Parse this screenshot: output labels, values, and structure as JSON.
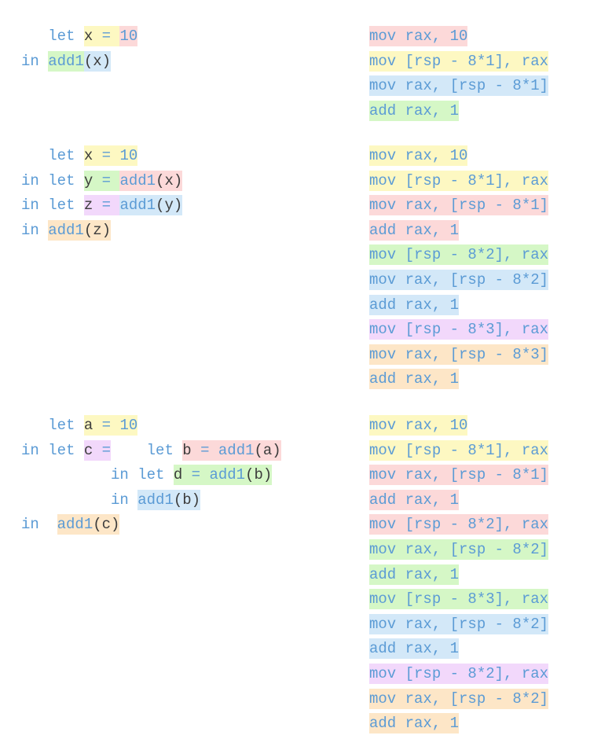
{
  "colors": {
    "yellow": "#fdf8c2",
    "pink": "#fcd9d9",
    "green": "#d5f7c6",
    "blue": "#d3e8f8",
    "purple": "#f2d8fb",
    "orange": "#fde6c7",
    "keyword": "#5b9bd5",
    "text": "#3c3c3c"
  },
  "examples": [
    {
      "source": [
        [
          {
            "t": "   let ",
            "k": "kw"
          },
          {
            "t": "x",
            "k": "id",
            "bg": "yellow"
          },
          {
            "t": " = ",
            "k": "kw",
            "bg": "yellow"
          },
          {
            "t": "10",
            "k": "kw",
            "bg": "pink"
          }
        ],
        [
          {
            "t": "in ",
            "k": "kw"
          },
          {
            "t": "add1",
            "k": "kw",
            "bg": "green"
          },
          {
            "t": "(x)",
            "k": "id",
            "bg": "blue"
          }
        ]
      ],
      "asm": [
        {
          "text": "mov rax, 10",
          "bg": "pink"
        },
        {
          "text": "mov [rsp - 8*1], rax",
          "bg": "yellow"
        },
        {
          "text": "mov rax, [rsp - 8*1]",
          "bg": "blue"
        },
        {
          "text": "add rax, 1",
          "bg": "green"
        }
      ]
    },
    {
      "source": [
        [
          {
            "t": "   let ",
            "k": "kw"
          },
          {
            "t": "x",
            "k": "id",
            "bg": "yellow"
          },
          {
            "t": " = ",
            "k": "kw",
            "bg": "yellow"
          },
          {
            "t": "10",
            "k": "kw",
            "bg": "yellow"
          }
        ],
        [
          {
            "t": "in let ",
            "k": "kw"
          },
          {
            "t": "y",
            "k": "id",
            "bg": "green"
          },
          {
            "t": " = ",
            "k": "kw",
            "bg": "green"
          },
          {
            "t": "add1",
            "k": "kw",
            "bg": "pink"
          },
          {
            "t": "(x)",
            "k": "id",
            "bg": "pink"
          }
        ],
        [
          {
            "t": "in let ",
            "k": "kw"
          },
          {
            "t": "z",
            "k": "id",
            "bg": "purple"
          },
          {
            "t": " = ",
            "k": "kw",
            "bg": "purple"
          },
          {
            "t": "add1",
            "k": "kw",
            "bg": "blue"
          },
          {
            "t": "(y)",
            "k": "id",
            "bg": "blue"
          }
        ],
        [
          {
            "t": "in ",
            "k": "kw"
          },
          {
            "t": "add1",
            "k": "kw",
            "bg": "orange"
          },
          {
            "t": "(z)",
            "k": "id",
            "bg": "orange"
          }
        ]
      ],
      "asm": [
        {
          "text": "mov rax, 10",
          "bg": "yellow"
        },
        {
          "text": "mov [rsp - 8*1], rax",
          "bg": "yellow"
        },
        {
          "text": "mov rax, [rsp - 8*1]",
          "bg": "pink"
        },
        {
          "text": "add rax, 1",
          "bg": "pink"
        },
        {
          "text": "mov [rsp - 8*2], rax",
          "bg": "green"
        },
        {
          "text": "mov rax, [rsp - 8*2]",
          "bg": "blue"
        },
        {
          "text": "add rax, 1",
          "bg": "blue"
        },
        {
          "text": "mov [rsp - 8*3], rax",
          "bg": "purple"
        },
        {
          "text": "mov rax, [rsp - 8*3]",
          "bg": "orange"
        },
        {
          "text": "add rax, 1",
          "bg": "orange"
        }
      ]
    },
    {
      "source": [
        [
          {
            "t": "   let ",
            "k": "kw"
          },
          {
            "t": "a",
            "k": "id",
            "bg": "yellow"
          },
          {
            "t": " = ",
            "k": "kw",
            "bg": "yellow"
          },
          {
            "t": "10",
            "k": "kw",
            "bg": "yellow"
          }
        ],
        [
          {
            "t": "in let ",
            "k": "kw"
          },
          {
            "t": "c",
            "k": "id",
            "bg": "purple"
          },
          {
            "t": " =",
            "k": "kw",
            "bg": "purple"
          },
          {
            "t": "    let ",
            "k": "kw"
          },
          {
            "t": "b",
            "k": "id",
            "bg": "pink"
          },
          {
            "t": " = ",
            "k": "kw",
            "bg": "pink"
          },
          {
            "t": "add1",
            "k": "kw",
            "bg": "pink"
          },
          {
            "t": "(a)",
            "k": "id",
            "bg": "pink"
          }
        ],
        [
          {
            "t": "          in let ",
            "k": "kw"
          },
          {
            "t": "d",
            "k": "id",
            "bg": "green"
          },
          {
            "t": " = ",
            "k": "kw",
            "bg": "green"
          },
          {
            "t": "add1",
            "k": "kw",
            "bg": "green"
          },
          {
            "t": "(b)",
            "k": "id",
            "bg": "green"
          }
        ],
        [
          {
            "t": "          in ",
            "k": "kw"
          },
          {
            "t": "add1",
            "k": "kw",
            "bg": "blue"
          },
          {
            "t": "(b)",
            "k": "id",
            "bg": "blue"
          }
        ],
        [
          {
            "t": "in  ",
            "k": "kw"
          },
          {
            "t": "add1",
            "k": "kw",
            "bg": "orange"
          },
          {
            "t": "(c)",
            "k": "id",
            "bg": "orange"
          }
        ]
      ],
      "asm": [
        {
          "text": "mov rax, 10",
          "bg": "yellow"
        },
        {
          "text": "mov [rsp - 8*1], rax",
          "bg": "yellow"
        },
        {
          "text": "mov rax, [rsp - 8*1]",
          "bg": "pink"
        },
        {
          "text": "add rax, 1",
          "bg": "pink"
        },
        {
          "text": "mov [rsp - 8*2], rax",
          "bg": "pink"
        },
        {
          "text": "mov rax, [rsp - 8*2]",
          "bg": "green"
        },
        {
          "text": "add rax, 1",
          "bg": "green"
        },
        {
          "text": "mov [rsp - 8*3], rax",
          "bg": "green"
        },
        {
          "text": "mov rax, [rsp - 8*2]",
          "bg": "blue"
        },
        {
          "text": "add rax, 1",
          "bg": "blue"
        },
        {
          "text": "mov [rsp - 8*2], rax",
          "bg": "purple"
        },
        {
          "text": "mov rax, [rsp - 8*2]",
          "bg": "orange"
        },
        {
          "text": "add rax, 1",
          "bg": "orange"
        }
      ]
    }
  ]
}
